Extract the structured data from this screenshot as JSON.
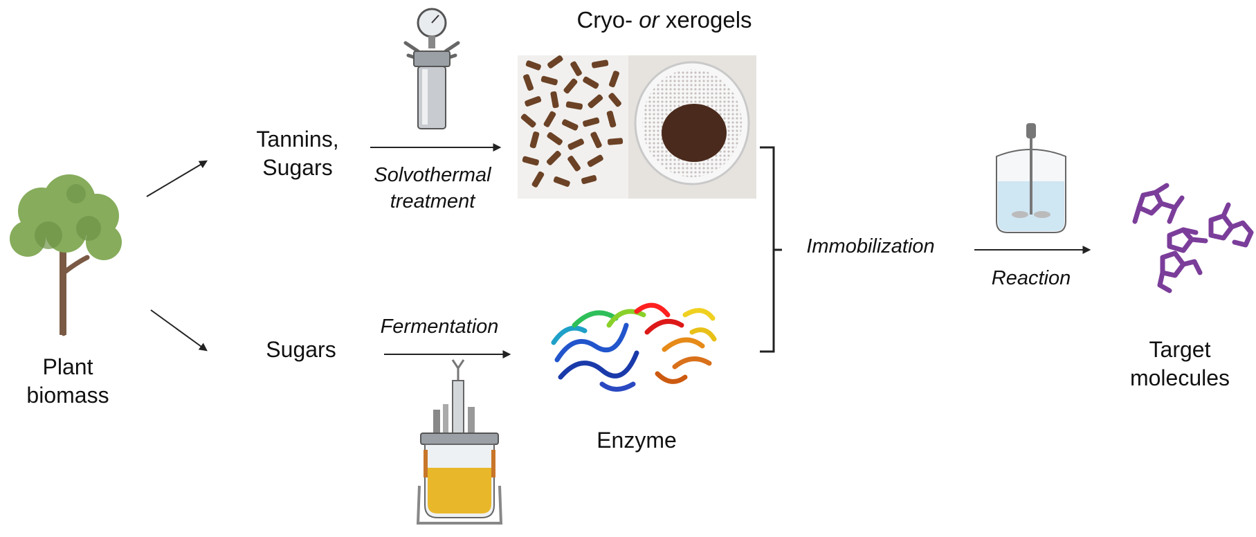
{
  "labels": {
    "plant": [
      "Plant",
      "biomass"
    ],
    "tannins": [
      "Tannins,",
      "Sugars"
    ],
    "sugars": "Sugars",
    "solvothermal": [
      "Solvothermal",
      "treatment"
    ],
    "fermentation": "Fermentation",
    "cryo_prefix": "Cryo-",
    "cryo_or": "or",
    "cryo_suffix": "xerogels",
    "enzyme": "Enzyme",
    "immobilization": "Immobilization",
    "reaction": "Reaction",
    "target": [
      "Target",
      "molecules"
    ]
  },
  "colors": {
    "arrow": "#222222",
    "tree_leaf": "#86ac5c",
    "tree_leaf_dark": "#6d9346",
    "tree_trunk": "#7a5a45",
    "gel": "#6b4226",
    "gel_powder": "#4a2a1c",
    "molecule": "#7b3d9a",
    "reactor_liquid": "#cfe6f3",
    "ferment_liquid": "#e9b72a"
  },
  "icons": {
    "tree": "tree-icon",
    "pressure_reactor": "pressure-reactor-icon",
    "gel_photo": "gel-photo",
    "bioreactor": "bioreactor-icon",
    "enzyme": "enzyme-ribbon-icon",
    "stirred_reactor": "stirred-reactor-icon",
    "molecules": "molecules-icon"
  }
}
